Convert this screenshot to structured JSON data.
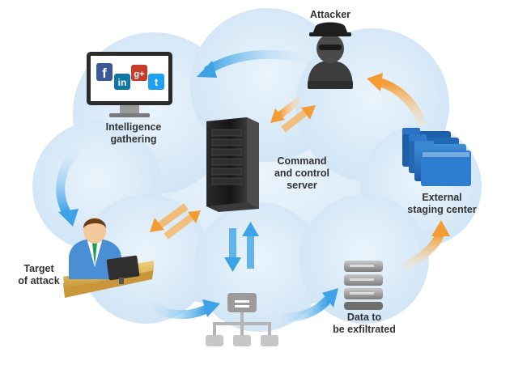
{
  "nodes": {
    "attacker": {
      "label": "Attacker"
    },
    "intelligence": {
      "label_line1": "Intelligence",
      "label_line2": "gathering"
    },
    "cnc": {
      "label_line1": "Command",
      "label_line2": "and control",
      "label_line3": "server"
    },
    "staging": {
      "label_line1": "External",
      "label_line2": "staging center"
    },
    "target": {
      "label_line1": "Target",
      "label_line2": "of attack"
    },
    "data": {
      "label_line1": "Data to",
      "label_line2": "be exfiltrated"
    }
  },
  "social_icons": [
    {
      "name": "facebook",
      "glyph": "f",
      "color": "#3b5998"
    },
    {
      "name": "linkedin",
      "glyph": "in",
      "color": "#0e76a8"
    },
    {
      "name": "google-plus",
      "glyph": "g+",
      "color": "#c63d2d"
    },
    {
      "name": "twitter",
      "glyph": "t",
      "color": "#1da1f2"
    }
  ],
  "colors": {
    "cloud": "#dcecf8",
    "arrow_blue": "#4aa8e8",
    "arrow_orange": "#f3a444",
    "text": "#333333"
  }
}
